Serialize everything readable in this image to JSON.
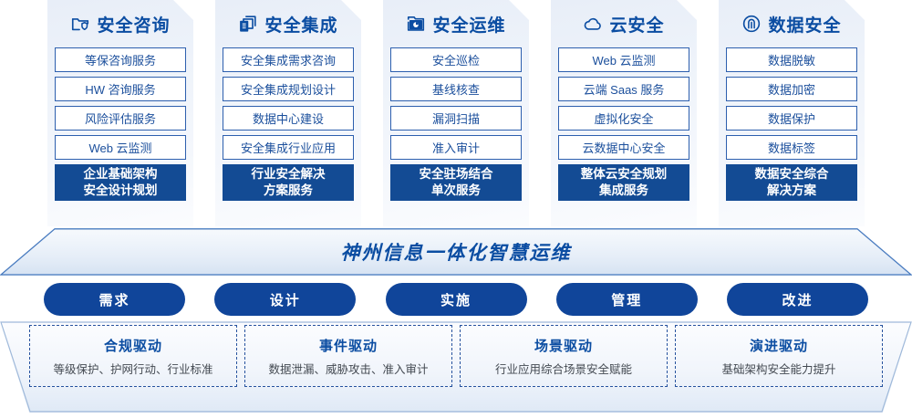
{
  "columns": [
    {
      "icon": "folder-shield-icon",
      "title": "安全咨询",
      "items": [
        "等保咨询服务",
        "HW 咨询服务",
        "风险评估服务",
        "Web 云监测"
      ],
      "highlight": [
        "企业基础架构",
        "安全设计规划"
      ]
    },
    {
      "icon": "documents-stack-icon",
      "title": "安全集成",
      "items": [
        "安全集成需求咨询",
        "安全集成规划设计",
        "数据中心建设",
        "安全集成行业应用"
      ],
      "highlight": [
        "行业安全解决",
        "方案服务"
      ]
    },
    {
      "icon": "monitor-chart-icon",
      "title": "安全运维",
      "items": [
        "安全巡检",
        "基线核查",
        "漏洞扫描",
        "准入审计"
      ],
      "highlight": [
        "安全驻场结合",
        "单次服务"
      ]
    },
    {
      "icon": "cloud-icon",
      "title": "云安全",
      "items": [
        "Web 云监测",
        "云端 Saas 服务",
        "虚拟化安全",
        "云数据中心安全"
      ],
      "highlight": [
        "整体云安全规划",
        "集成服务"
      ]
    },
    {
      "icon": "fingerprint-icon",
      "title": "数据安全",
      "items": [
        "数据脱敏",
        "数据加密",
        "数据保护",
        "数据标签"
      ],
      "highlight": [
        "数据安全综合",
        "解决方案"
      ]
    }
  ],
  "banner": {
    "text": "神州信息一体化智慧运维"
  },
  "pills": [
    {
      "label": "需求"
    },
    {
      "label": "设计"
    },
    {
      "label": "实施"
    },
    {
      "label": "管理"
    },
    {
      "label": "改进"
    }
  ],
  "drivers": [
    {
      "title": "合规驱动",
      "subtitle": "等级保护、护网行动、行业标准"
    },
    {
      "title": "事件驱动",
      "subtitle": "数据泄漏、威胁攻击、准入审计"
    },
    {
      "title": "场景驱动",
      "subtitle": "行业应用综合场景安全赋能"
    },
    {
      "title": "演进驱动",
      "subtitle": "基础架构安全能力提升"
    }
  ],
  "colors": {
    "brand_blue": "#0b4da2",
    "highlight_blue": "#134b94",
    "pill_blue": "#10459a",
    "item_border": "#2d5fae",
    "card_bg": "#eef3fa"
  }
}
